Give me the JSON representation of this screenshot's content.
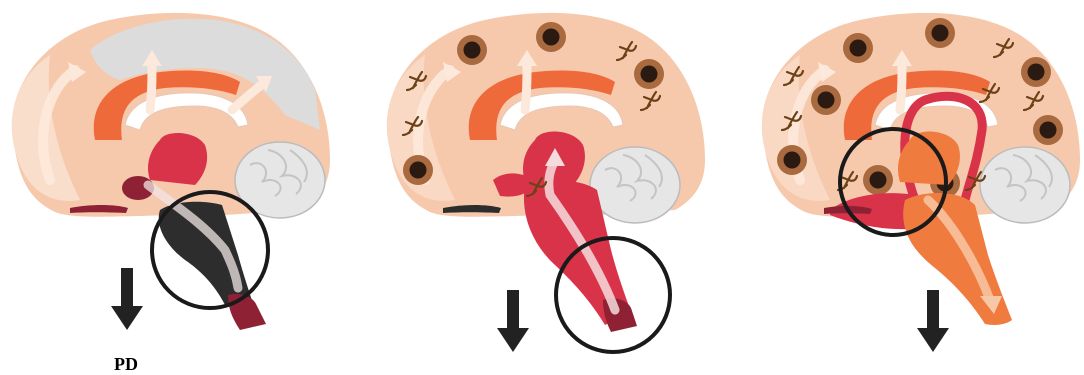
{
  "panels": [
    {
      "label": "PD",
      "state": "brainstem-onset"
    },
    {
      "label": "",
      "state": "lower-brainstem-onset"
    },
    {
      "label": "",
      "state": "amygdala-onset"
    }
  ],
  "colors": {
    "cortex": "#f6c9ad",
    "cortex_light": "#fbe3d3",
    "gray_region": "#dcdcdc",
    "cingulate": "#ee6a3a",
    "brainstem_red": "#d9334a",
    "brainstem_dark": "#2d2d2d",
    "brainstem_maroon": "#8e2234",
    "orange_stem": "#ef7b3f",
    "lewy_outer": "#a86a3e",
    "lewy_inner": "#2a1a12",
    "neurite": "#6b4217",
    "outline_circle": "#1a1a1a",
    "arrow": "#222222"
  },
  "icons": [
    "lewy-body-icon",
    "neurite-icon",
    "down-arrow-icon",
    "focus-circle-icon"
  ]
}
